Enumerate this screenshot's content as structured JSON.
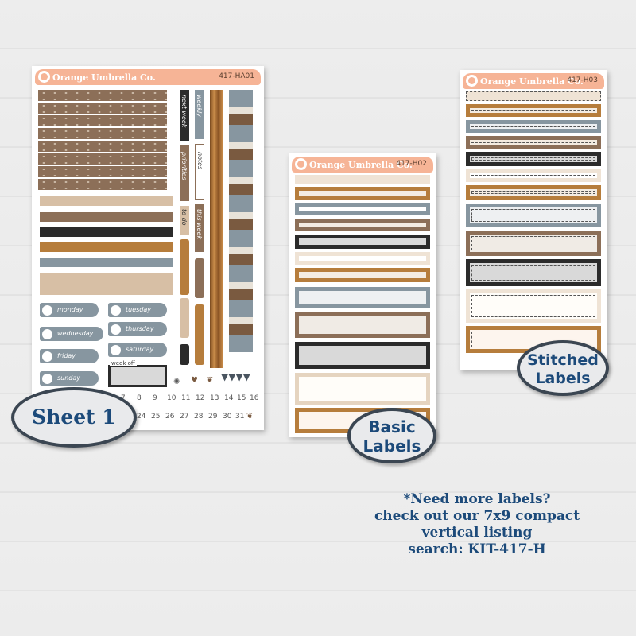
{
  "sheet1": {
    "brand": "Orange Umbrella Co.",
    "code": "417-HA01",
    "vertical_words": [
      "next week",
      "priorities",
      "to do",
      "weekly",
      "notes",
      "this week"
    ],
    "days": [
      "monday",
      "tuesday",
      "wednesday",
      "thursday",
      "friday",
      "saturday",
      "sunday"
    ],
    "weekoff": "week off",
    "numbers_row1": [
      "7",
      "8",
      "9",
      "10",
      "11",
      "12",
      "13",
      "14",
      "15",
      "16"
    ],
    "numbers_row2": [
      "24",
      "25",
      "26",
      "27",
      "28",
      "29",
      "30",
      "31"
    ],
    "badge": "Sheet 1"
  },
  "sheet2": {
    "brand": "Orange Umbrella Co.",
    "code": "417-H02",
    "badge_line1": "Basic",
    "badge_line2": "Labels"
  },
  "sheet3": {
    "brand": "Orange Umbrella Co.",
    "code": "417-H03",
    "badge_line1": "Stitched",
    "badge_line2": "Labels"
  },
  "footer": {
    "line1": "*Need more labels?",
    "line2": "check out our 7x9 compact",
    "line3": "vertical listing",
    "line4": "search: KIT-417-H"
  },
  "colors": {
    "brown": "#8c6f58",
    "tan": "#d7bfa5",
    "copper": "#b67d3c",
    "slate": "#8796a0",
    "black": "#2b2b2b",
    "cream": "#f4ece2",
    "header_peach": "#f6b496",
    "text_navy": "#1c4a7a"
  }
}
